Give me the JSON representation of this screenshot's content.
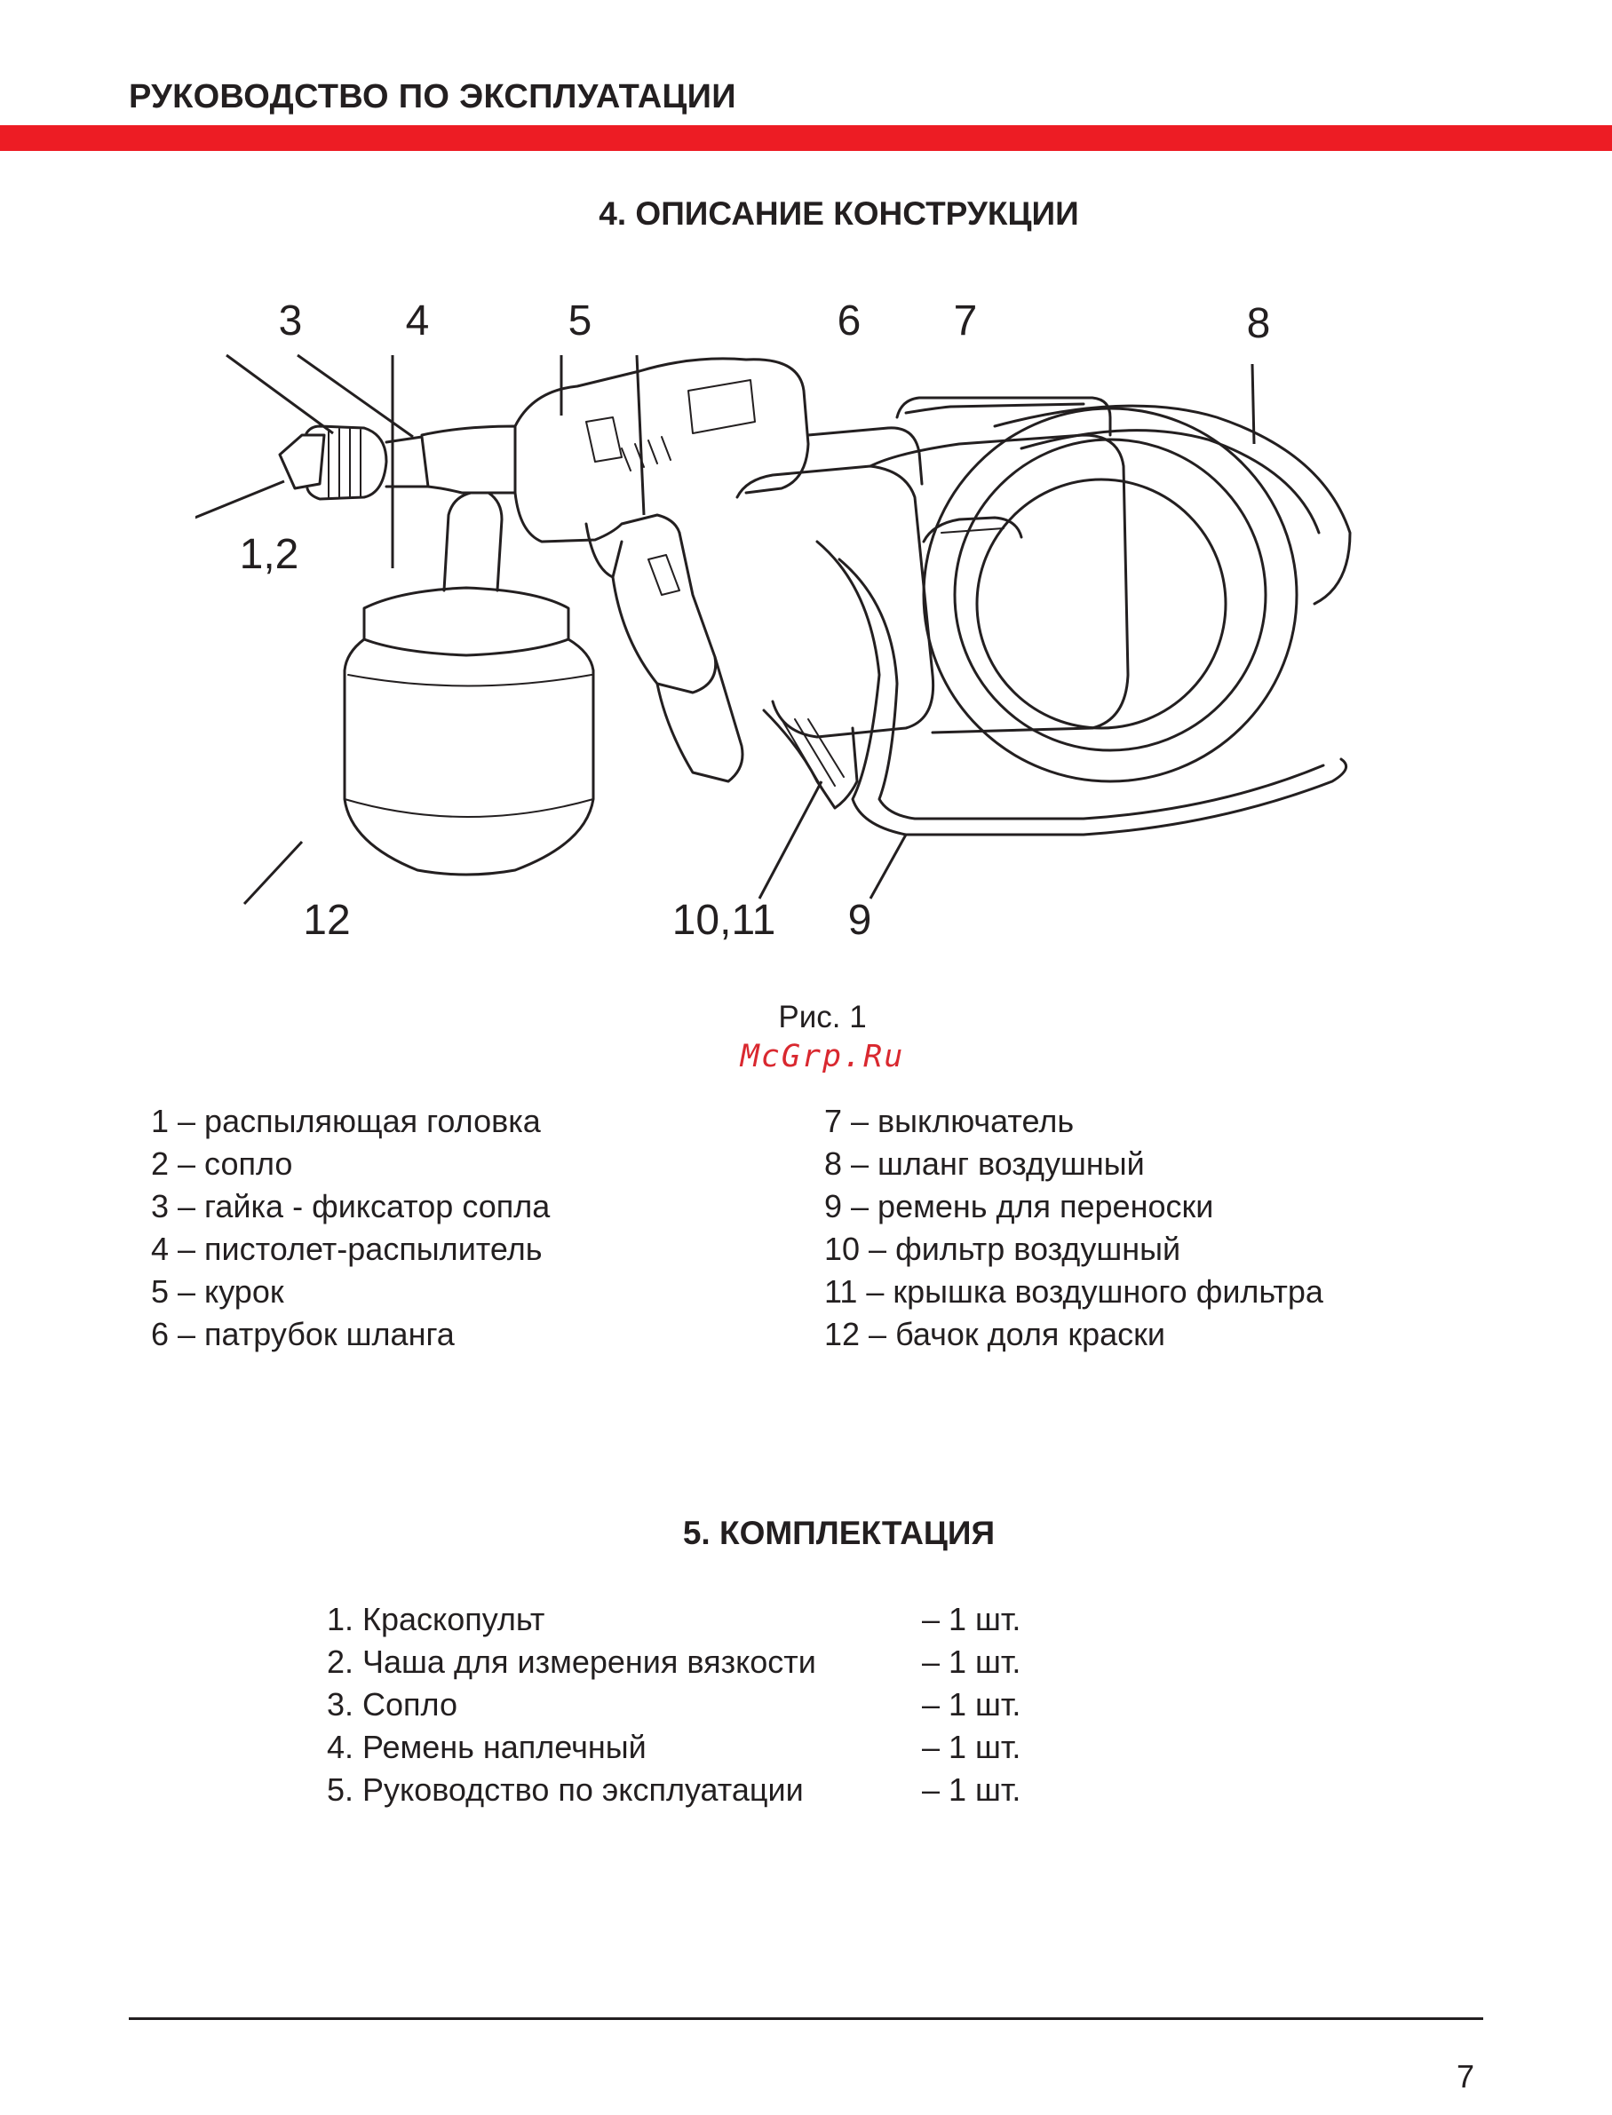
{
  "header": {
    "title": "РУКОВОДСТВО ПО ЭКСПЛУАТАЦИИ"
  },
  "section4": {
    "heading": "4. ОПИСАНИЕ КОНСТРУКЦИИ"
  },
  "figure": {
    "callouts": [
      "3",
      "4",
      "5",
      "6",
      "7",
      "8",
      "1,2",
      "12",
      "10,11",
      "9"
    ],
    "caption": "Рис. 1",
    "watermark": "McGrp.Ru"
  },
  "legend": {
    "left": [
      "1 – распыляющая головка",
      "2 – сопло",
      "3 – гайка - фиксатор сопла",
      "4 – пистолет-распылитель",
      "5 – курок",
      "6 – патрубок шланга"
    ],
    "right": [
      "7 – выключатель",
      "8 – шланг воздушный",
      "9 – ремень для переноски",
      "10 – фильтр воздушный",
      "11 – крышка воздушного фильтра",
      "12 – бачок доля краски"
    ]
  },
  "section5": {
    "heading": "5. КОМПЛЕКТАЦИЯ",
    "items": [
      {
        "name": "1. Краскопульт",
        "qty": "– 1 шт."
      },
      {
        "name": "2. Чаша для измерения вязкости",
        "qty": "– 1 шт."
      },
      {
        "name": "3. Сопло",
        "qty": "– 1 шт."
      },
      {
        "name": "4. Ремень наплечный",
        "qty": "– 1 шт."
      },
      {
        "name": "5. Руководство по эксплуатации",
        "qty": "– 1 шт."
      }
    ]
  },
  "footer": {
    "page_number": "7"
  }
}
